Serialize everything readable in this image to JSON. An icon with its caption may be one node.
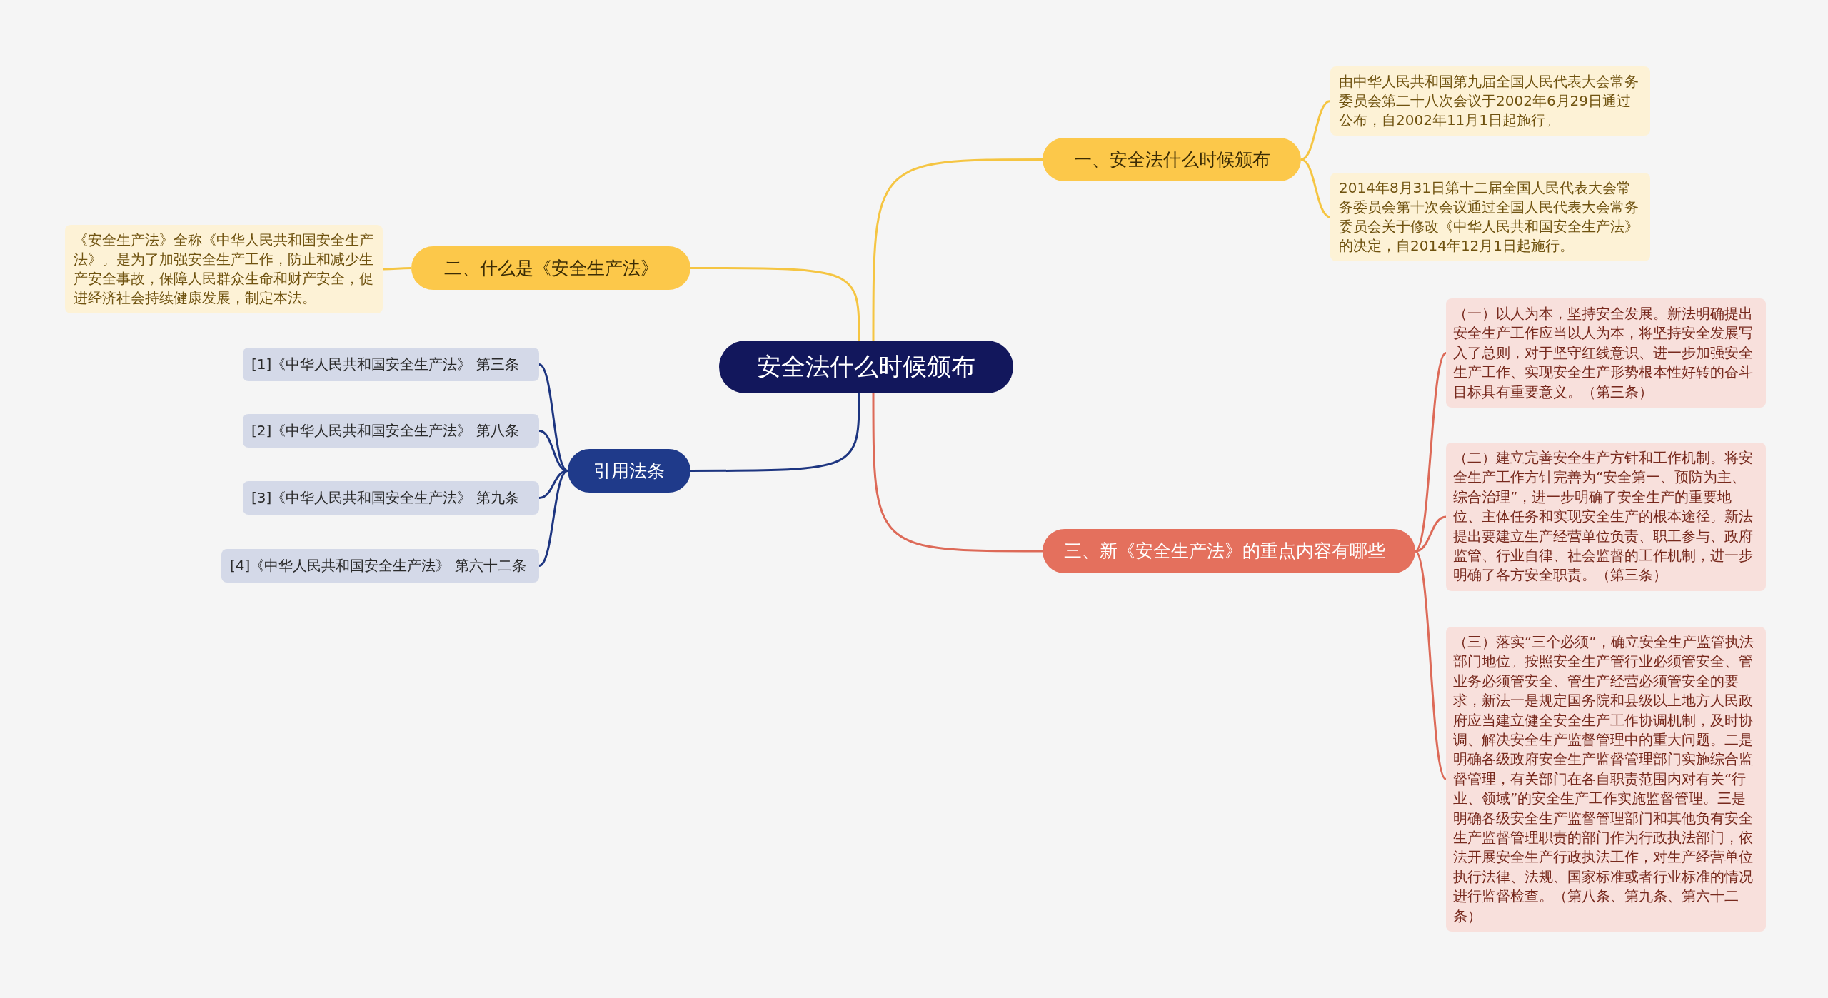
{
  "diagram": {
    "nodes": [
      {
        "text": [
          "安全法什么时候颁布"
        ]
      },
      {
        "text": [
          "一、安全法什么时候颁布"
        ]
      },
      {
        "text": [
          "由中华人民共和国第九届全国人民代表大会常务委员会第二十八次会议于2002年6月29日通过公布，自2002年11月1日起施行。"
        ]
      },
      {
        "text": [
          "2014年8月31日第十二届全国人民代表大会常务委员会第十次会议通过全国人民代表大会常务委员会关于修改《中华人民共和国安全生产法》的决定，自2014年12月1日起施行。"
        ]
      },
      {
        "text": [
          "二、什么是《安全生产法》"
        ]
      },
      {
        "text": [
          "《安全生产法》全称《中华人民共和国安全生产法》。是为了加强安全生产工作，防止和减少生产安全事故，保障人民群众生命和财产安全，促进经济社会持续健康发展，制定本法。"
        ]
      },
      {
        "text": [
          "引用法条"
        ]
      },
      {
        "text": [
          "[1]《中华人民共和国安全生产法》 第三条"
        ]
      },
      {
        "text": [
          "[2]《中华人民共和国安全生产法》 第八条"
        ]
      },
      {
        "text": [
          "[3]《中华人民共和国安全生产法》 第九条"
        ]
      },
      {
        "text": [
          "[4]《中华人民共和国安全生产法》 第六十二条"
        ]
      },
      {
        "text": [
          "三、新《安全生产法》的重点内容有哪些"
        ]
      },
      {
        "text": [
          "（一）以人为本，坚持安全发展。新法明确提出安全生产工作应当以人为本，将坚持安全发展写入了总则，对于坚守红线意识、进一步加强安全生产工作、实现安全生产形势根本性好转的奋斗目标具有重要意义。（第三条）"
        ]
      },
      {
        "text": [
          "（二）建立完善安全生产方针和工作机制。将安全生产工作方针完善为“安全第一、预防为主、综合治理”，进一步明确了安全生产的重要地位、主体任务和实现安全生产的根本途径。新法提出要建立生产经营单位负责、职工参与、政府监管、行业自律、社会监督的工作机制，进一步明确了各方安全职责。（第三条）"
        ]
      },
      {
        "text": [
          "（三）落实“三个必须”，确立安全生产监管执法部门地位。按照安全生产管行业必须管安全、管业务必须管安全、管生产经营必须管安全的要求，新法一是规定国务院和县级以上地方人民政府应当建立健全安全生产工作协调机制，及时协调、解决安全生产监督管理中的重大问题。二是明确各级政府安全生产监督管理部门实施综合监督管理，有关部门在各自职责范围内对有关“行业、领域”的安全生产工作实施监督管理。三是明确各级安全生产监督管理部门和其他负有安全生产监督管理职责的部门作为行政执法部门，依法开展安全生产行政执法工作，对生产经营单位执行法律、法规、国家标准或者行业标准的情况进行监督检查。（第八条、第九条、第六十二条）"
        ]
      }
    ],
    "edges": [
      {
        "from": 0,
        "to": 1,
        "arrow": "none",
        "color": "#f5c542"
      },
      {
        "from": 1,
        "to": 2,
        "arrow": "none",
        "color": "#f5c542"
      },
      {
        "from": 1,
        "to": 3,
        "arrow": "none",
        "color": "#f5c542"
      },
      {
        "from": 0,
        "to": 4,
        "arrow": "none",
        "color": "#f5c542"
      },
      {
        "from": 4,
        "to": 5,
        "arrow": "none",
        "color": "#f5c542"
      },
      {
        "from": 0,
        "to": 6,
        "arrow": "none",
        "color": "#1d3580"
      },
      {
        "from": 6,
        "to": 7,
        "arrow": "none",
        "color": "#1d3580"
      },
      {
        "from": 6,
        "to": 8,
        "arrow": "none",
        "color": "#1d3580"
      },
      {
        "from": 6,
        "to": 9,
        "arrow": "none",
        "color": "#1d3580"
      },
      {
        "from": 6,
        "to": 10,
        "arrow": "none",
        "color": "#1d3580"
      },
      {
        "from": 0,
        "to": 11,
        "arrow": "none",
        "color": "#dd6a58"
      },
      {
        "from": 11,
        "to": 12,
        "arrow": "none",
        "color": "#dd6a58"
      },
      {
        "from": 11,
        "to": 13,
        "arrow": "none",
        "color": "#dd6a58"
      },
      {
        "from": 11,
        "to": 14,
        "arrow": "none",
        "color": "#dd6a58"
      }
    ]
  }
}
